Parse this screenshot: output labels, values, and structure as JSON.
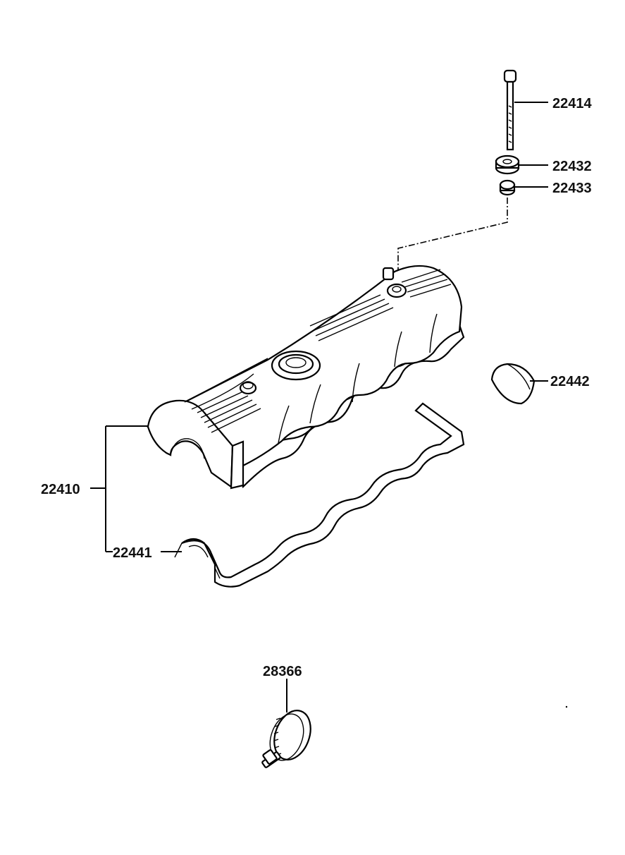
{
  "labels": {
    "bolt": "22414",
    "washer": "22432",
    "grommet": "22433",
    "cover": "22410",
    "gasket": "22441",
    "seal": "22442",
    "clamp": "28366"
  }
}
